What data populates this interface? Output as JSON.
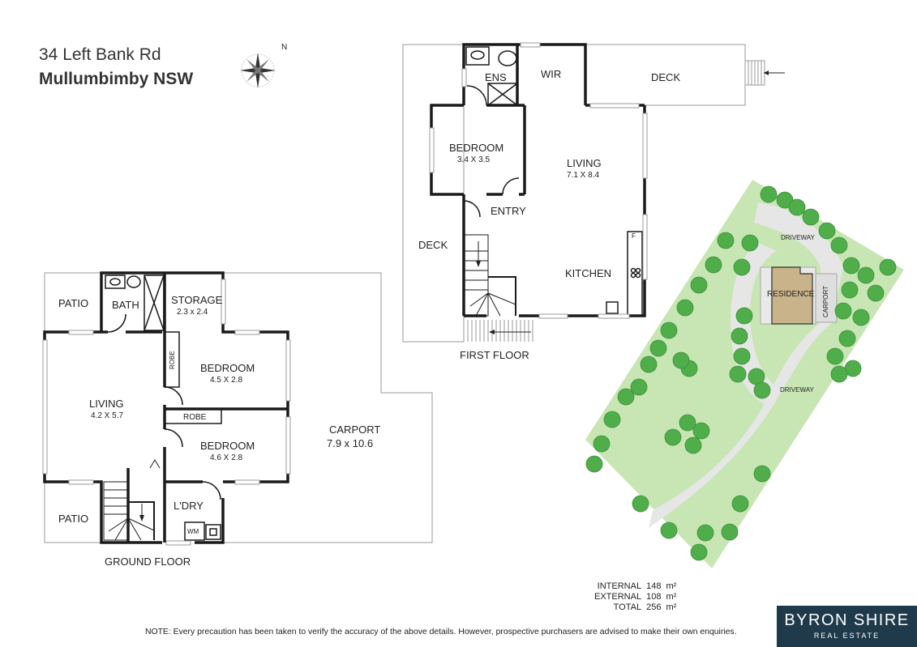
{
  "address": {
    "street": "34 Left Bank Rd",
    "suburb": "Mullumbimby NSW"
  },
  "compass_label": "N",
  "first_floor": {
    "title": "FIRST FLOOR",
    "rooms": {
      "ens": "ENS",
      "wir": "WIR",
      "deck_top": "DECK",
      "bedroom": "BEDROOM",
      "bedroom_dim": "3.4 X 3.5",
      "living": "LIVING",
      "living_dim": "7.1 X 8.4",
      "entry": "ENTRY",
      "deck_left": "DECK",
      "kitchen": "KITCHEN",
      "fridge": "F"
    }
  },
  "ground_floor": {
    "title": "GROUND FLOOR",
    "rooms": {
      "patio_top": "PATIO",
      "bath": "BATH",
      "storage": "STORAGE",
      "storage_dim": "2.3 x 2.4",
      "robe_vertical": "ROBE",
      "bedroom1": "BEDROOM",
      "bedroom1_dim": "4.5 X 2.8",
      "living": "LIVING",
      "living_dim": "4.2 X 5.7",
      "robe": "ROBE",
      "bedroom2": "BEDROOM",
      "bedroom2_dim": "4.6 X 2.8",
      "carport": "CARPORT",
      "carport_dim": "7.9 x 10.6",
      "patio_bottom": "PATIO",
      "laundry": "L'DRY",
      "wm": "WM"
    }
  },
  "site_plan": {
    "residence": "RESIDENCE",
    "carport": "CARPORT",
    "driveway_top": "DRIVEWAY",
    "driveway_bottom": "DRIVEWAY"
  },
  "areas": [
    {
      "label": "INTERNAL",
      "value": "148",
      "unit": "m²"
    },
    {
      "label": "EXTERNAL",
      "value": "108",
      "unit": "m²"
    },
    {
      "label": "TOTAL",
      "value": "256",
      "unit": "m²"
    }
  ],
  "note": "NOTE: Every precaution has been taken to verify the accuracy of the above details. However, prospective purchasers are advised to make their own enquiries.",
  "brand": {
    "name": "BYRON SHIRE",
    "tagline": "REAL ESTATE"
  },
  "colors": {
    "wall": "#1a1a1a",
    "outline": "#9a9a9a",
    "lawn": "#c8e6b4",
    "tree": "#4fae4a",
    "driveway": "#e6e6e6",
    "residence": "#c9b38a",
    "brand_bg": "#1f3a4a"
  }
}
